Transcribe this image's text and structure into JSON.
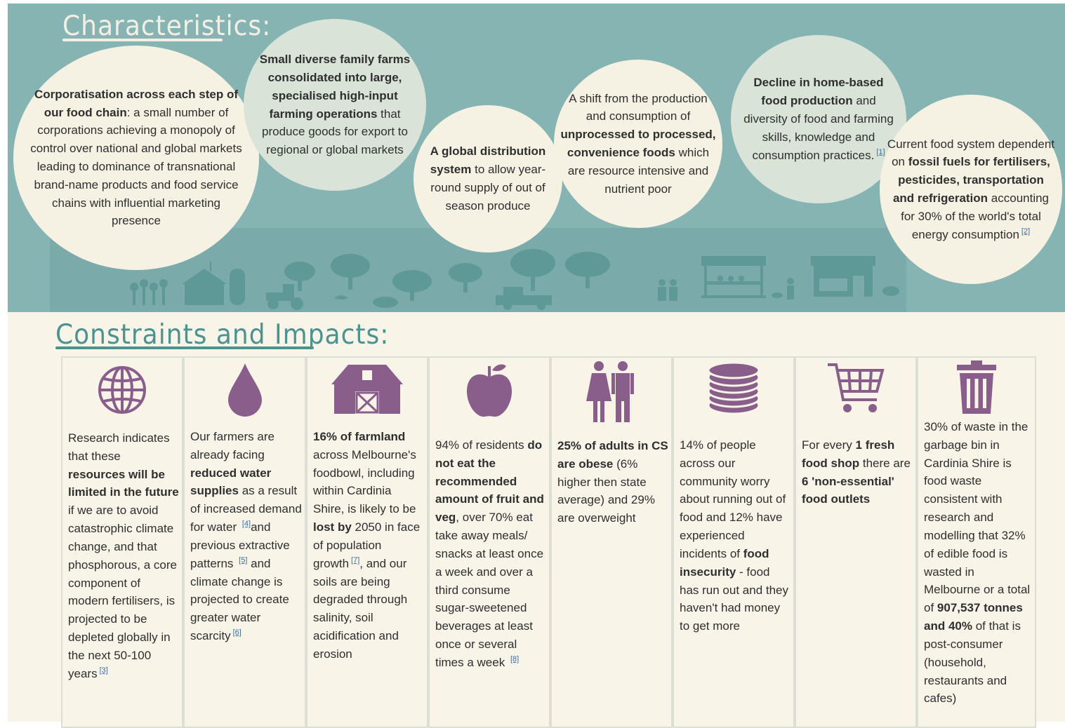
{
  "characteristics": {
    "title": "Characteristics:",
    "bubbles": [
      {
        "id": "corporatisation",
        "segments": [
          {
            "b": true,
            "t": "Corporatisation across each step of our food chain"
          },
          {
            "t": ": a small number of corporations achieving a monopoly of control over national and global markets leading to dominance of transnational brand-name products and food service chains with influential marketing presence"
          }
        ]
      },
      {
        "id": "small-diverse-farms",
        "segments": [
          {
            "b": true,
            "t": "Small diverse family farms consolidated into large, specialised high-input farming operations"
          },
          {
            "t": " that produce goods for export to regional or global markets"
          }
        ]
      },
      {
        "id": "global-distribution",
        "segments": [
          {
            "b": true,
            "t": "A global distribution system"
          },
          {
            "t": " to allow year-round supply of out of season produce"
          }
        ]
      },
      {
        "id": "shift-processed",
        "segments": [
          {
            "t": "A shift from the production and consumption of "
          },
          {
            "b": true,
            "t": "unprocessed to processed, convenience foods"
          },
          {
            "t": " which are resource intensive and nutrient poor"
          }
        ]
      },
      {
        "id": "decline-home-production",
        "segments": [
          {
            "b": true,
            "t": "Decline in home-based food production"
          },
          {
            "t": " and diversity of food and farming skills, knowledge and consumption practices."
          }
        ],
        "ref": "[1]"
      },
      {
        "id": "fossil-fuels",
        "segments": [
          {
            "t": "Current food system dependent on "
          },
          {
            "b": true,
            "t": "fossil fuels for fertilisers, pesticides, transportation and refrigeration"
          },
          {
            "t": " accounting for 30% of the world's total energy consumption"
          }
        ],
        "ref": "[2]"
      }
    ]
  },
  "constraints": {
    "title": "Constraints and Impacts:",
    "cards": [
      {
        "id": "resources",
        "icon": "globe-icon",
        "segments": [
          {
            "t": "Research indicates that these "
          },
          {
            "b": true,
            "t": "resources will be limited in the future"
          },
          {
            "t": " if we are to avoid catastrophic climate change, and that phosphorous, a core component of modern fertilisers, is projected to be depleted globally in the next 50-100 years"
          },
          {
            "ref": "[3]"
          }
        ]
      },
      {
        "id": "water",
        "icon": "water-drop-icon",
        "segments": [
          {
            "t": "Our farmers are already facing "
          },
          {
            "b": true,
            "t": "reduced water supplies"
          },
          {
            "t": " as a result of increased demand for water "
          },
          {
            "ref": "[4]"
          },
          {
            "t": "and previous extractive patterns "
          },
          {
            "ref": "[5]"
          },
          {
            "t": " and climate change is projected to create greater water scarcity"
          },
          {
            "ref": "[6]"
          }
        ]
      },
      {
        "id": "farmland",
        "icon": "barn-icon",
        "segments": [
          {
            "b": true,
            "t": "16% of farmland"
          },
          {
            "t": " across Melbourne's foodbowl, including within Cardinia Shire, is likely to be "
          },
          {
            "b": true,
            "t": "lost by"
          },
          {
            "t": " 2050 in face of population growth"
          },
          {
            "ref": "[7]"
          },
          {
            "t": ", and our soils are being degraded through salinity, soil acidification and erosion"
          }
        ]
      },
      {
        "id": "fruit-veg",
        "icon": "apple-icon",
        "segments": [
          {
            "t": "94% of residents "
          },
          {
            "b": true,
            "t": "do not eat the recommended amount of fruit and veg"
          },
          {
            "t": ", over 70% eat take away meals/ snacks at least once a week and over a third consume sugar-sweetened beverages at least once or several times a week "
          },
          {
            "ref": "[8]"
          }
        ]
      },
      {
        "id": "obesity",
        "icon": "people-icon",
        "segments": [
          {
            "b": true,
            "t": "25% of adults in CS are obese"
          },
          {
            "t": " (6% higher then state average) and 29% are overweight"
          }
        ]
      },
      {
        "id": "food-insecurity",
        "icon": "coin-stack-icon",
        "segments": [
          {
            "t": "14% of people across our community worry about running out of food and 12% have experienced incidents of "
          },
          {
            "b": true,
            "t": "food insecurity"
          },
          {
            "t": " - food has run out and they haven't had money to get more"
          }
        ]
      },
      {
        "id": "food-outlets",
        "icon": "shopping-cart-icon",
        "segments": [
          {
            "t": "For every "
          },
          {
            "b": true,
            "t": "1 fresh food shop"
          },
          {
            "t": " there are "
          },
          {
            "b": true,
            "t": "6 'non-essential' food outlets"
          }
        ]
      },
      {
        "id": "food-waste",
        "icon": "trash-bin-icon",
        "segments": [
          {
            "t": "30% of waste in the garbage bin in Cardinia Shire is food waste consistent with research and modelling that 32% of edible food is wasted in Melbourne or a total of "
          },
          {
            "b": true,
            "t": "907,537 tonnes and 40%"
          },
          {
            "t": " of that is post-consumer (household, restaurants and cafes)"
          }
        ]
      }
    ]
  },
  "colors": {
    "teal_band": "#86b4b3",
    "bubble_cream": "#f5f1e3",
    "bubble_pale": "#d9e3d8",
    "cream_bg": "#f8f4e8",
    "purple_icon": "#8a5e8a",
    "title_teal": "#4c9390",
    "link_blue": "#3a6fb0"
  }
}
